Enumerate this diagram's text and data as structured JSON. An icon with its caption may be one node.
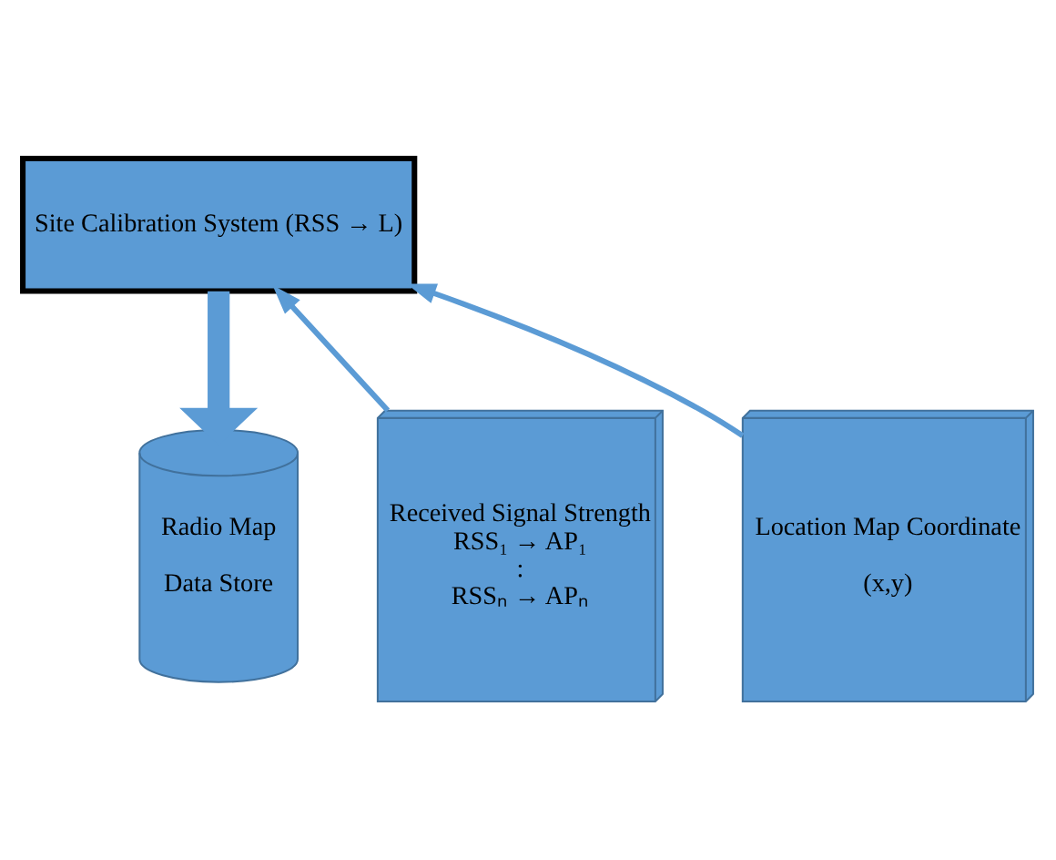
{
  "diagram": {
    "nodes": [
      {
        "text": [
          "Site Calibration System (RSS → L)"
        ]
      },
      {
        "text": [
          "Received Signal Strength",
          "RSS₁ → AP₁",
          ":",
          "RSSₙ → APₙ"
        ]
      },
      {
        "text": [
          "Radio Map",
          "Data Store"
        ]
      },
      {
        "text": [
          "Location Map Coordinate",
          "(x,y)"
        ]
      }
    ],
    "edges": [
      {
        "from": 1,
        "to": 0,
        "arrow": "to"
      },
      {
        "from": 0,
        "to": 2,
        "arrow": "to",
        "style": "thick"
      },
      {
        "from": 3,
        "to": 0,
        "arrow": "to"
      }
    ]
  }
}
